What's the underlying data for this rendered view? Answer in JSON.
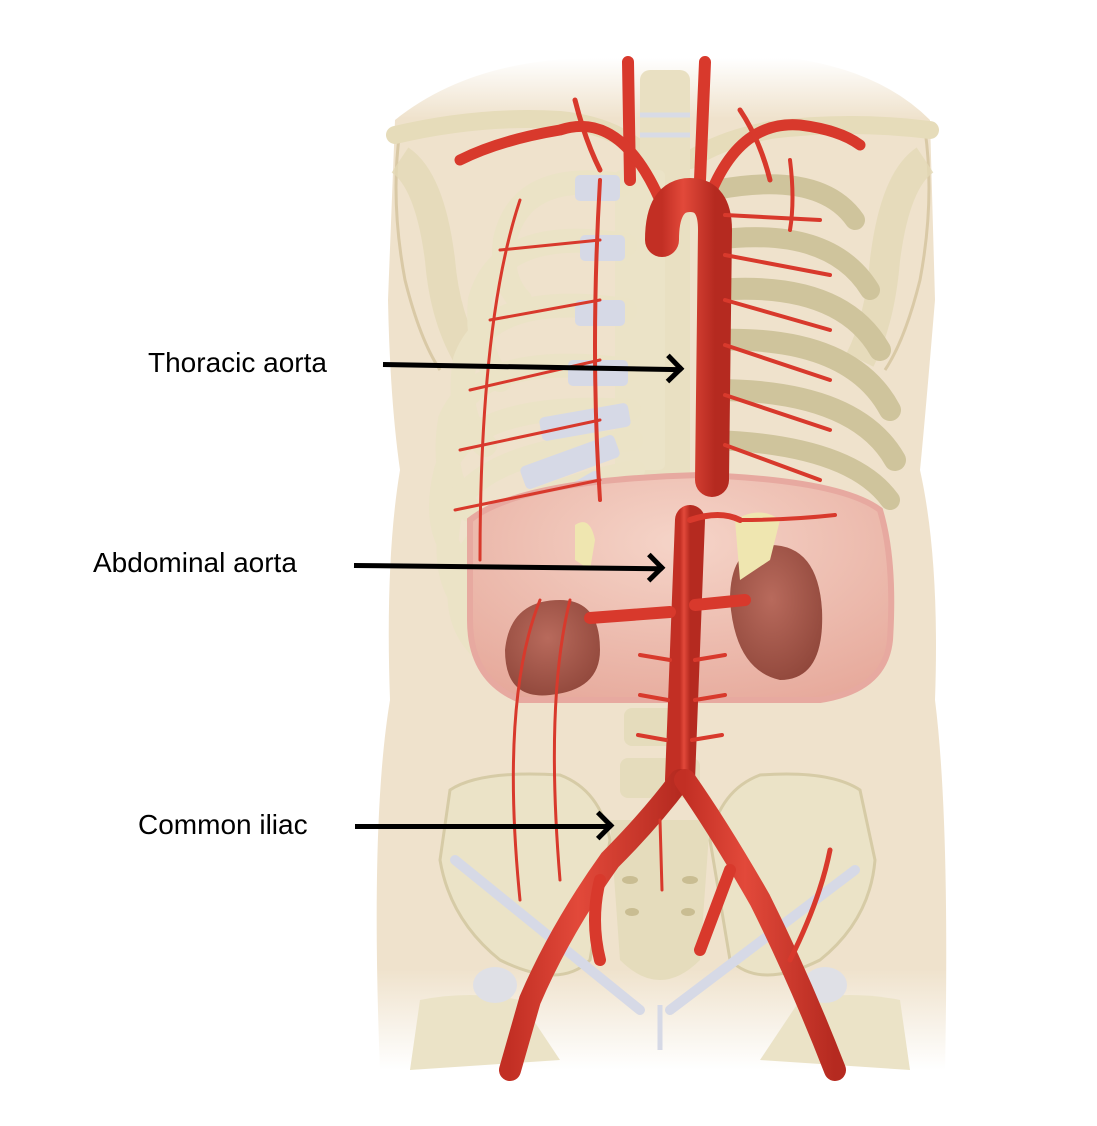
{
  "figure": {
    "subject": "Anterior view of torso showing aorta and branches",
    "colors": {
      "background": "#ffffff",
      "skin": "#efe2cc",
      "bone": "#e8e0c0",
      "bone_shadow": "#c9bd92",
      "cartilage": "#d6d9e6",
      "artery": "#d8392c",
      "artery_dark": "#b52a20",
      "diaphragm": "#efc0b4",
      "kidney": "#a95a4d",
      "adrenal": "#efe6b0",
      "label_text": "#000000",
      "arrow": "#000000"
    }
  },
  "labels": [
    {
      "id": "thoracic-aorta",
      "text": "Thoracic aorta"
    },
    {
      "id": "abdominal-aorta",
      "text": "Abdominal aorta"
    },
    {
      "id": "common-iliac",
      "text": "Common iliac"
    }
  ]
}
